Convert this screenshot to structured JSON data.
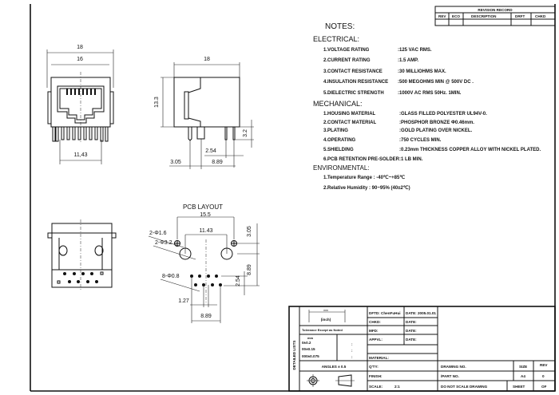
{
  "revision_record": {
    "title": "REVISION RECORD",
    "columns": [
      "REV",
      "ECO",
      "DESCRIPTION",
      "DRFT",
      "CHKD"
    ]
  },
  "notes": {
    "title": "NOTES:",
    "electrical": {
      "heading": "ELECTRICAL:",
      "items": [
        {
          "label": "1.VOLTAGE RATING",
          "value": ":125 VAC RMS."
        },
        {
          "label": "2.CURRENT RATING",
          "value": ":1.5 AMP."
        },
        {
          "label": "3.CONTACT RESISTANCE",
          "value": ":30 MILLIOHMS MAX."
        },
        {
          "label": "4.INSULATION RESISTANCE",
          "value": ":500 MEGOHMS MIN @ 500V DC ."
        },
        {
          "label": "5.DIELECTRIC STRENGTH",
          "value": ":1000V AC RMS 50Hz. 1MIN."
        }
      ]
    },
    "mechanical": {
      "heading": "MECHANICAL:",
      "items": [
        {
          "label": "1.HOUSING MATERIAL",
          "value": ":GLASS FILLED POLYESTER UL94V-0."
        },
        {
          "label": "2.CONTACT MATERIAL",
          "value": ":PHOSPHOR BRONZE Φ0.46mm."
        },
        {
          "label": "3.PLATING",
          "value": ":GOLD PLATING OVER NICKEL."
        },
        {
          "label": "4.OPERATING",
          "value": ":750 CYCLES MIN."
        },
        {
          "label": "5.SHIELDING",
          "value": ":0.23mm THICKNESS COPPER ALLOY WITH NICKEL PLATED."
        },
        {
          "label": "6.PCB RETENTION PRE-SOLDER",
          "value": ":1 LB MIN."
        }
      ]
    },
    "environmental": {
      "heading": "ENVIRONMENTAL:",
      "items": [
        "1.Temperature Range : -40℃~+85℃",
        "2.Relative Humidity : 90~95% (40±2℃)"
      ]
    }
  },
  "front_view": {
    "dim_overall": "18",
    "dim_inner": "16",
    "dim_pins": "11,43"
  },
  "side_view": {
    "dim_length": "18",
    "dim_height": "13.3",
    "dim_pin_len": "3.2",
    "dim_pitch": "2.54",
    "dim_offset": "3.05",
    "dim_span": "8.89"
  },
  "pcb_layout": {
    "title": "PCB LAYOUT",
    "dim_width": "15.5",
    "dim_holes": "11.43",
    "small_holes": "2-Φ1.6",
    "large_holes": "2-Φ3.2",
    "pin_holes": "8-Φ0.8",
    "dim_vert_top": "3.05",
    "dim_vert_mid": "8.89",
    "dim_row_pitch": "2.54",
    "dim_pin_pitch": "1.27",
    "dim_pin_span": "8.89"
  },
  "title_block": {
    "side_label": "DETAILED LISTS",
    "unit_top": "mm",
    "unit": "(inch)",
    "tolerance_label": "Tolerance Except as Noted",
    "tol_header": "mm",
    "tolerances": [
      "0±0.2",
      "00±0.15",
      "000±0.075"
    ],
    "tol_colon": ":",
    "angles": "ANGLES ± 0.5",
    "dftd": "DFTD: ChenFuHui",
    "date_1": "DATE: 2005.01.01",
    "chkd": "CHKD:",
    "mfd": "MFD:",
    "appvl": "APPVL:",
    "date": "DATE:",
    "material": "MATERIAL:",
    "qty": "Q'TY:",
    "finish": "FINISH:",
    "scale_label": "SCALE:",
    "scale_value": "2:1",
    "drawing_no": "DRAWING NO.",
    "part_no": "/PART NO.",
    "do_not_scale": "DO NOT SCALE DRAWING",
    "size_label": "SIZE",
    "size_value": "A4",
    "rev_label": "REV",
    "rev_value": "0",
    "sheet": "SHEET",
    "of": "OF"
  }
}
